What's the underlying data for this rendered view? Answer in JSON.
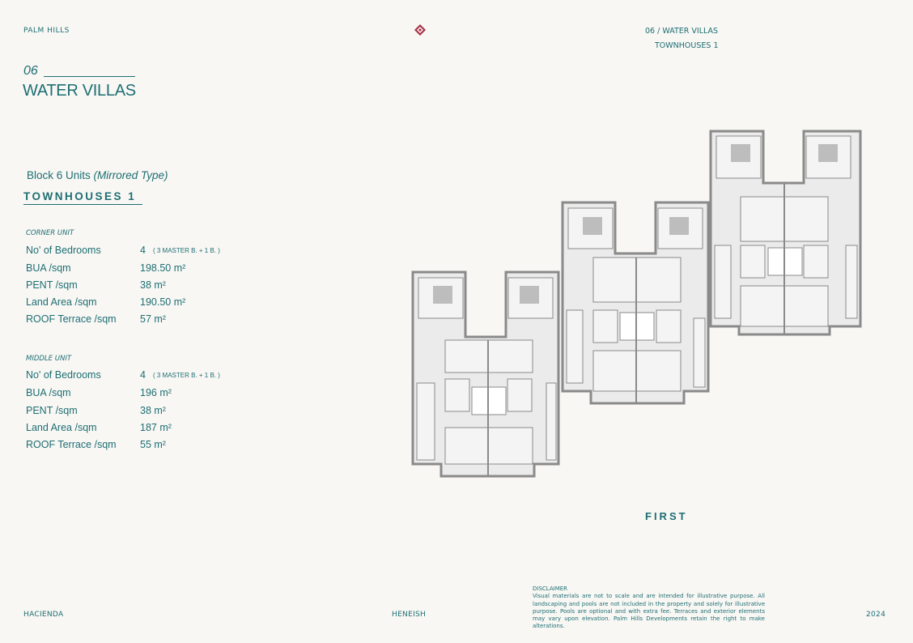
{
  "header": {
    "brand": "PALM HILLS",
    "section_crumb": "06 / WATER VILLAS",
    "sub_crumb": "TOWNHOUSES 1"
  },
  "section": {
    "number": "06",
    "title": "WATER VILLAS"
  },
  "block": {
    "title": "Block 6 Units",
    "type": "(Mirrored Type)",
    "subtitle": "TOWNHOUSES 1"
  },
  "units": [
    {
      "label": "CORNER UNIT",
      "rows": [
        {
          "key": "No' of Bedrooms",
          "value": "4",
          "note": "( 3 MASTER B. + 1 B. )"
        },
        {
          "key": "BUA /sqm",
          "value": "198.50 m²"
        },
        {
          "key": "PENT /sqm",
          "value": "38 m²"
        },
        {
          "key": "Land Area /sqm",
          "value": "190.50 m²"
        },
        {
          "key": "ROOF Terrace /sqm",
          "value": "57 m²"
        }
      ]
    },
    {
      "label": "MIDDLE UNIT",
      "rows": [
        {
          "key": "No' of Bedrooms",
          "value": "4",
          "note": "( 3 MASTER B. + 1 B. )"
        },
        {
          "key": "BUA /sqm",
          "value": "196 m²"
        },
        {
          "key": "PENT /sqm",
          "value": "38 m²"
        },
        {
          "key": "Land Area /sqm",
          "value": "187 m²"
        },
        {
          "key": "ROOF Terrace /sqm",
          "value": "55 m²"
        }
      ]
    }
  ],
  "plan": {
    "floor_label": "FIRST"
  },
  "footer": {
    "left": "HACIENDA",
    "center": "HENEISH",
    "disclaimer_title": "DISCLAIMER",
    "disclaimer_text": "Visual materials are not to scale and are intended for illustrative purpose. All landscaping and pools are not included in the property and solely for illustrative purpose. Pools are optional and with extra fee. Terraces and exterior elements may vary upon elevation. Palm Hills Developments retain the right to make alterations.",
    "year": "2024"
  },
  "colors": {
    "teal": "#1e6e72",
    "logo": "#a8324a",
    "wall": "#8a8a8a",
    "floor": "#ebebeb"
  }
}
